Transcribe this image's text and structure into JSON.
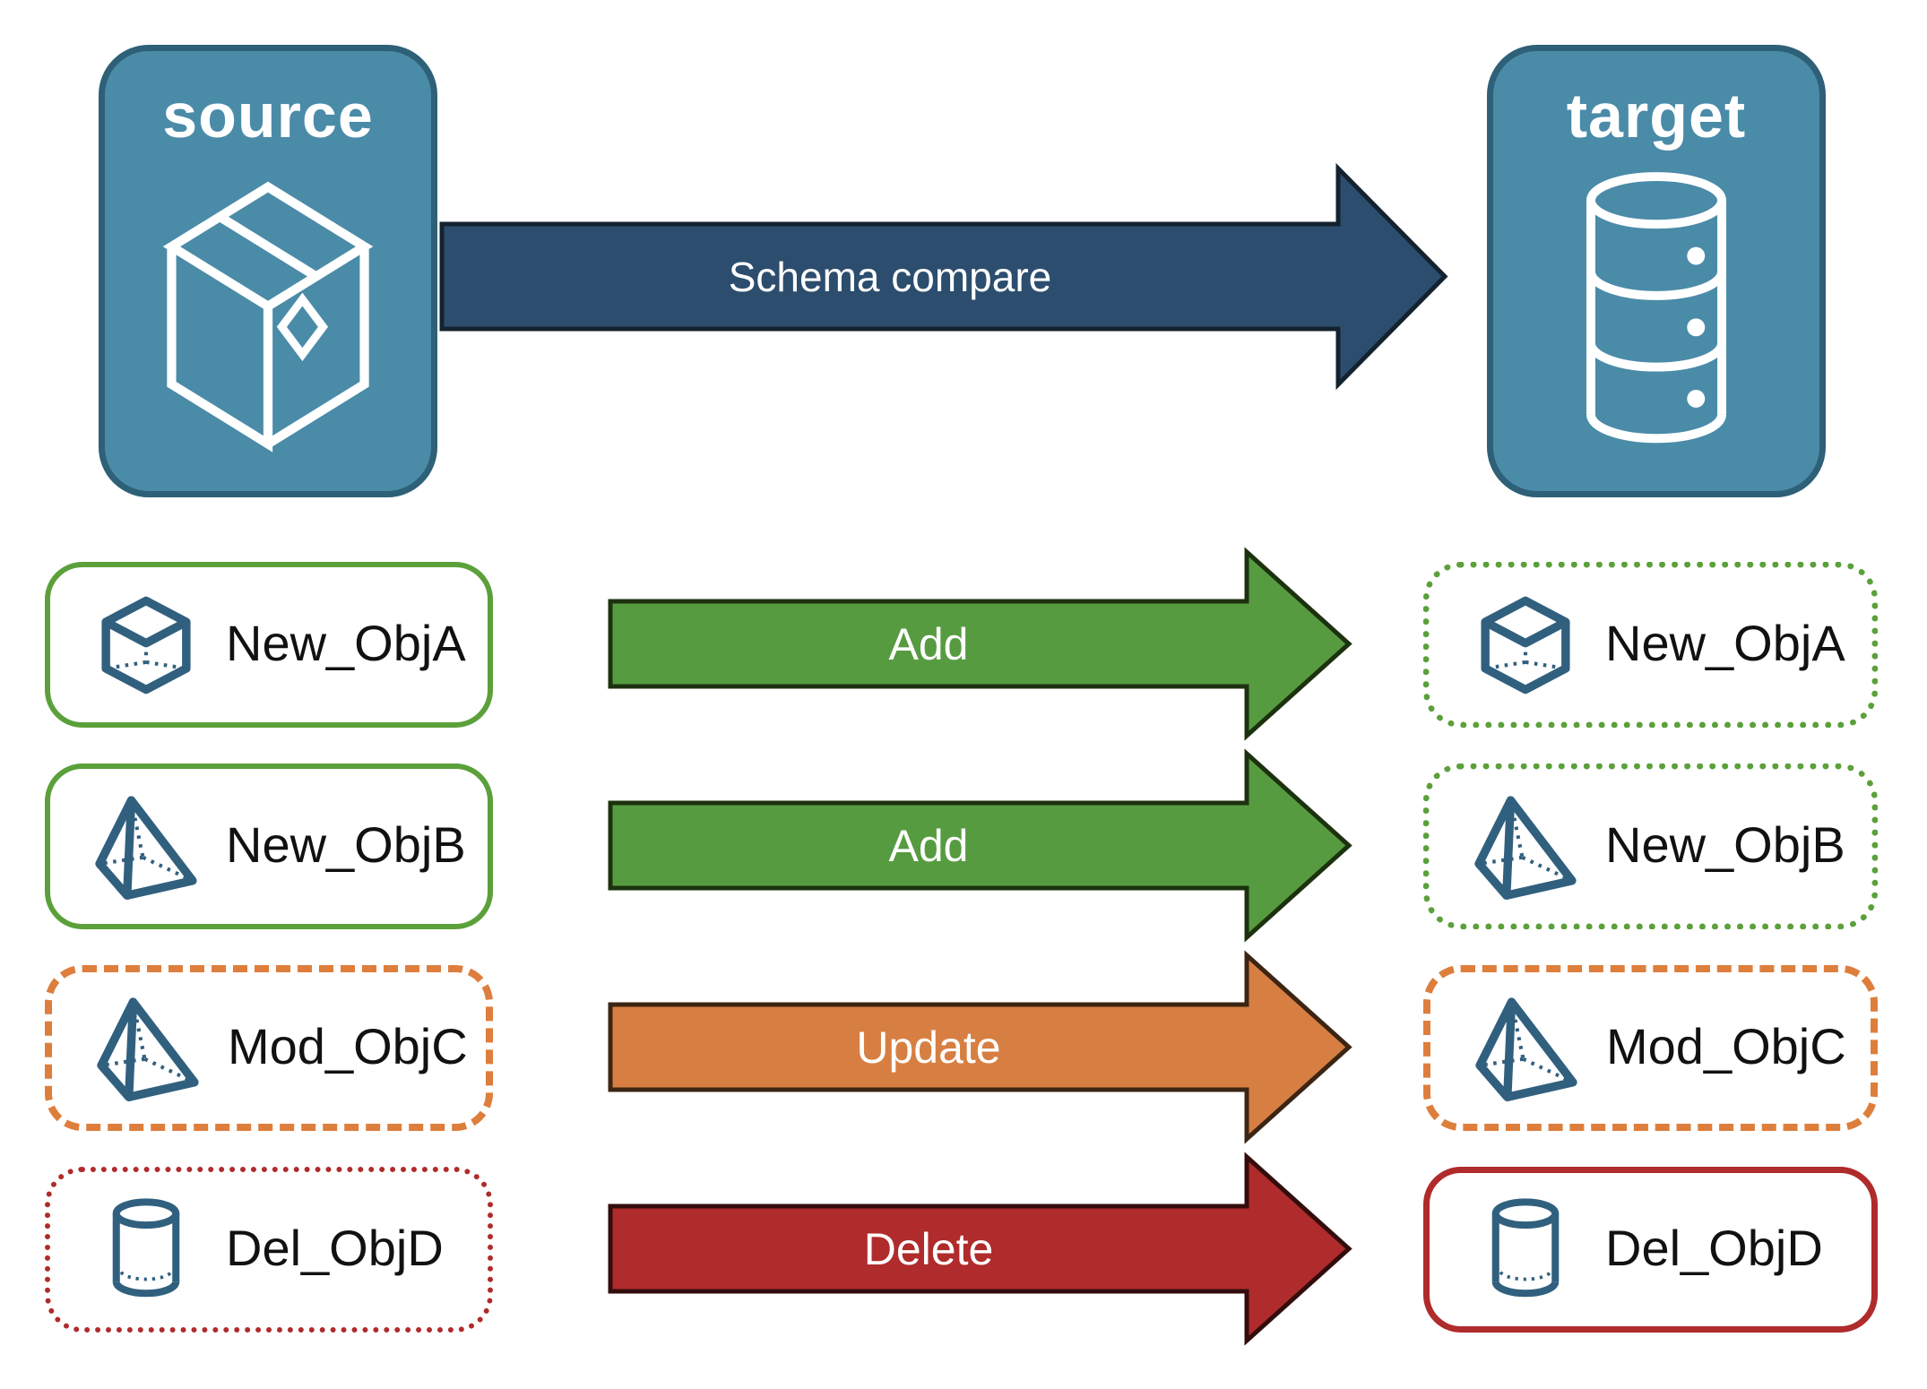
{
  "icon_color": "#31607F",
  "text_color_dark": "#111111",
  "source_card": {
    "title": "source",
    "icon": "package",
    "fill": "#4A8BA8",
    "border_color": "#2E6077",
    "text_color": "#FFFFFF"
  },
  "target_card": {
    "title": "target",
    "icon": "database",
    "fill": "#4A8BA8",
    "border_color": "#2E6077",
    "text_color": "#FFFFFF"
  },
  "compare_arrow": {
    "label": "Schema compare",
    "fill": "#2C4D6E",
    "stroke": "#14222F",
    "text_color": "#FFFFFF"
  },
  "rows": [
    {
      "left": {
        "icon": "cube",
        "label": "New_ObjA",
        "border_color": "#5BA03A",
        "border_style": "solid",
        "border_width": "6px"
      },
      "arrow": {
        "label": "Add",
        "fill": "#579B41",
        "stroke": "#1C320E",
        "text_color": "#FFFFFF"
      },
      "right": {
        "icon": "cube",
        "label": "New_ObjA",
        "border_color": "#5BA03A",
        "border_style": "dotted",
        "border_width": "7px"
      }
    },
    {
      "left": {
        "icon": "pyramid",
        "label": "New_ObjB",
        "border_color": "#5BA03A",
        "border_style": "solid",
        "border_width": "6px"
      },
      "arrow": {
        "label": "Add",
        "fill": "#579B41",
        "stroke": "#1C320E",
        "text_color": "#FFFFFF"
      },
      "right": {
        "icon": "pyramid",
        "label": "New_ObjB",
        "border_color": "#5BA03A",
        "border_style": "dotted",
        "border_width": "7px"
      }
    },
    {
      "left": {
        "icon": "pyramid",
        "label": "Mod_ObjC",
        "border_color": "#DE7E3C",
        "border_style": "dashed",
        "border_width": "8px"
      },
      "arrow": {
        "label": "Update",
        "fill": "#D77F42",
        "stroke": "#3C2512",
        "text_color": "#FFFFFF"
      },
      "right": {
        "icon": "pyramid",
        "label": "Mod_ObjC",
        "border_color": "#DE7E3C",
        "border_style": "dashed",
        "border_width": "8px"
      }
    },
    {
      "left": {
        "icon": "cylinder",
        "label": "Del_ObjD",
        "border_color": "#B02B2B",
        "border_style": "dotted",
        "border_width": "6px"
      },
      "arrow": {
        "label": "Delete",
        "fill": "#B02B2B",
        "stroke": "#330D0D",
        "text_color": "#FFFFFF"
      },
      "right": {
        "icon": "cylinder",
        "label": "Del_ObjD",
        "border_color": "#B02B2B",
        "border_style": "solid",
        "border_width": "7px"
      }
    }
  ]
}
